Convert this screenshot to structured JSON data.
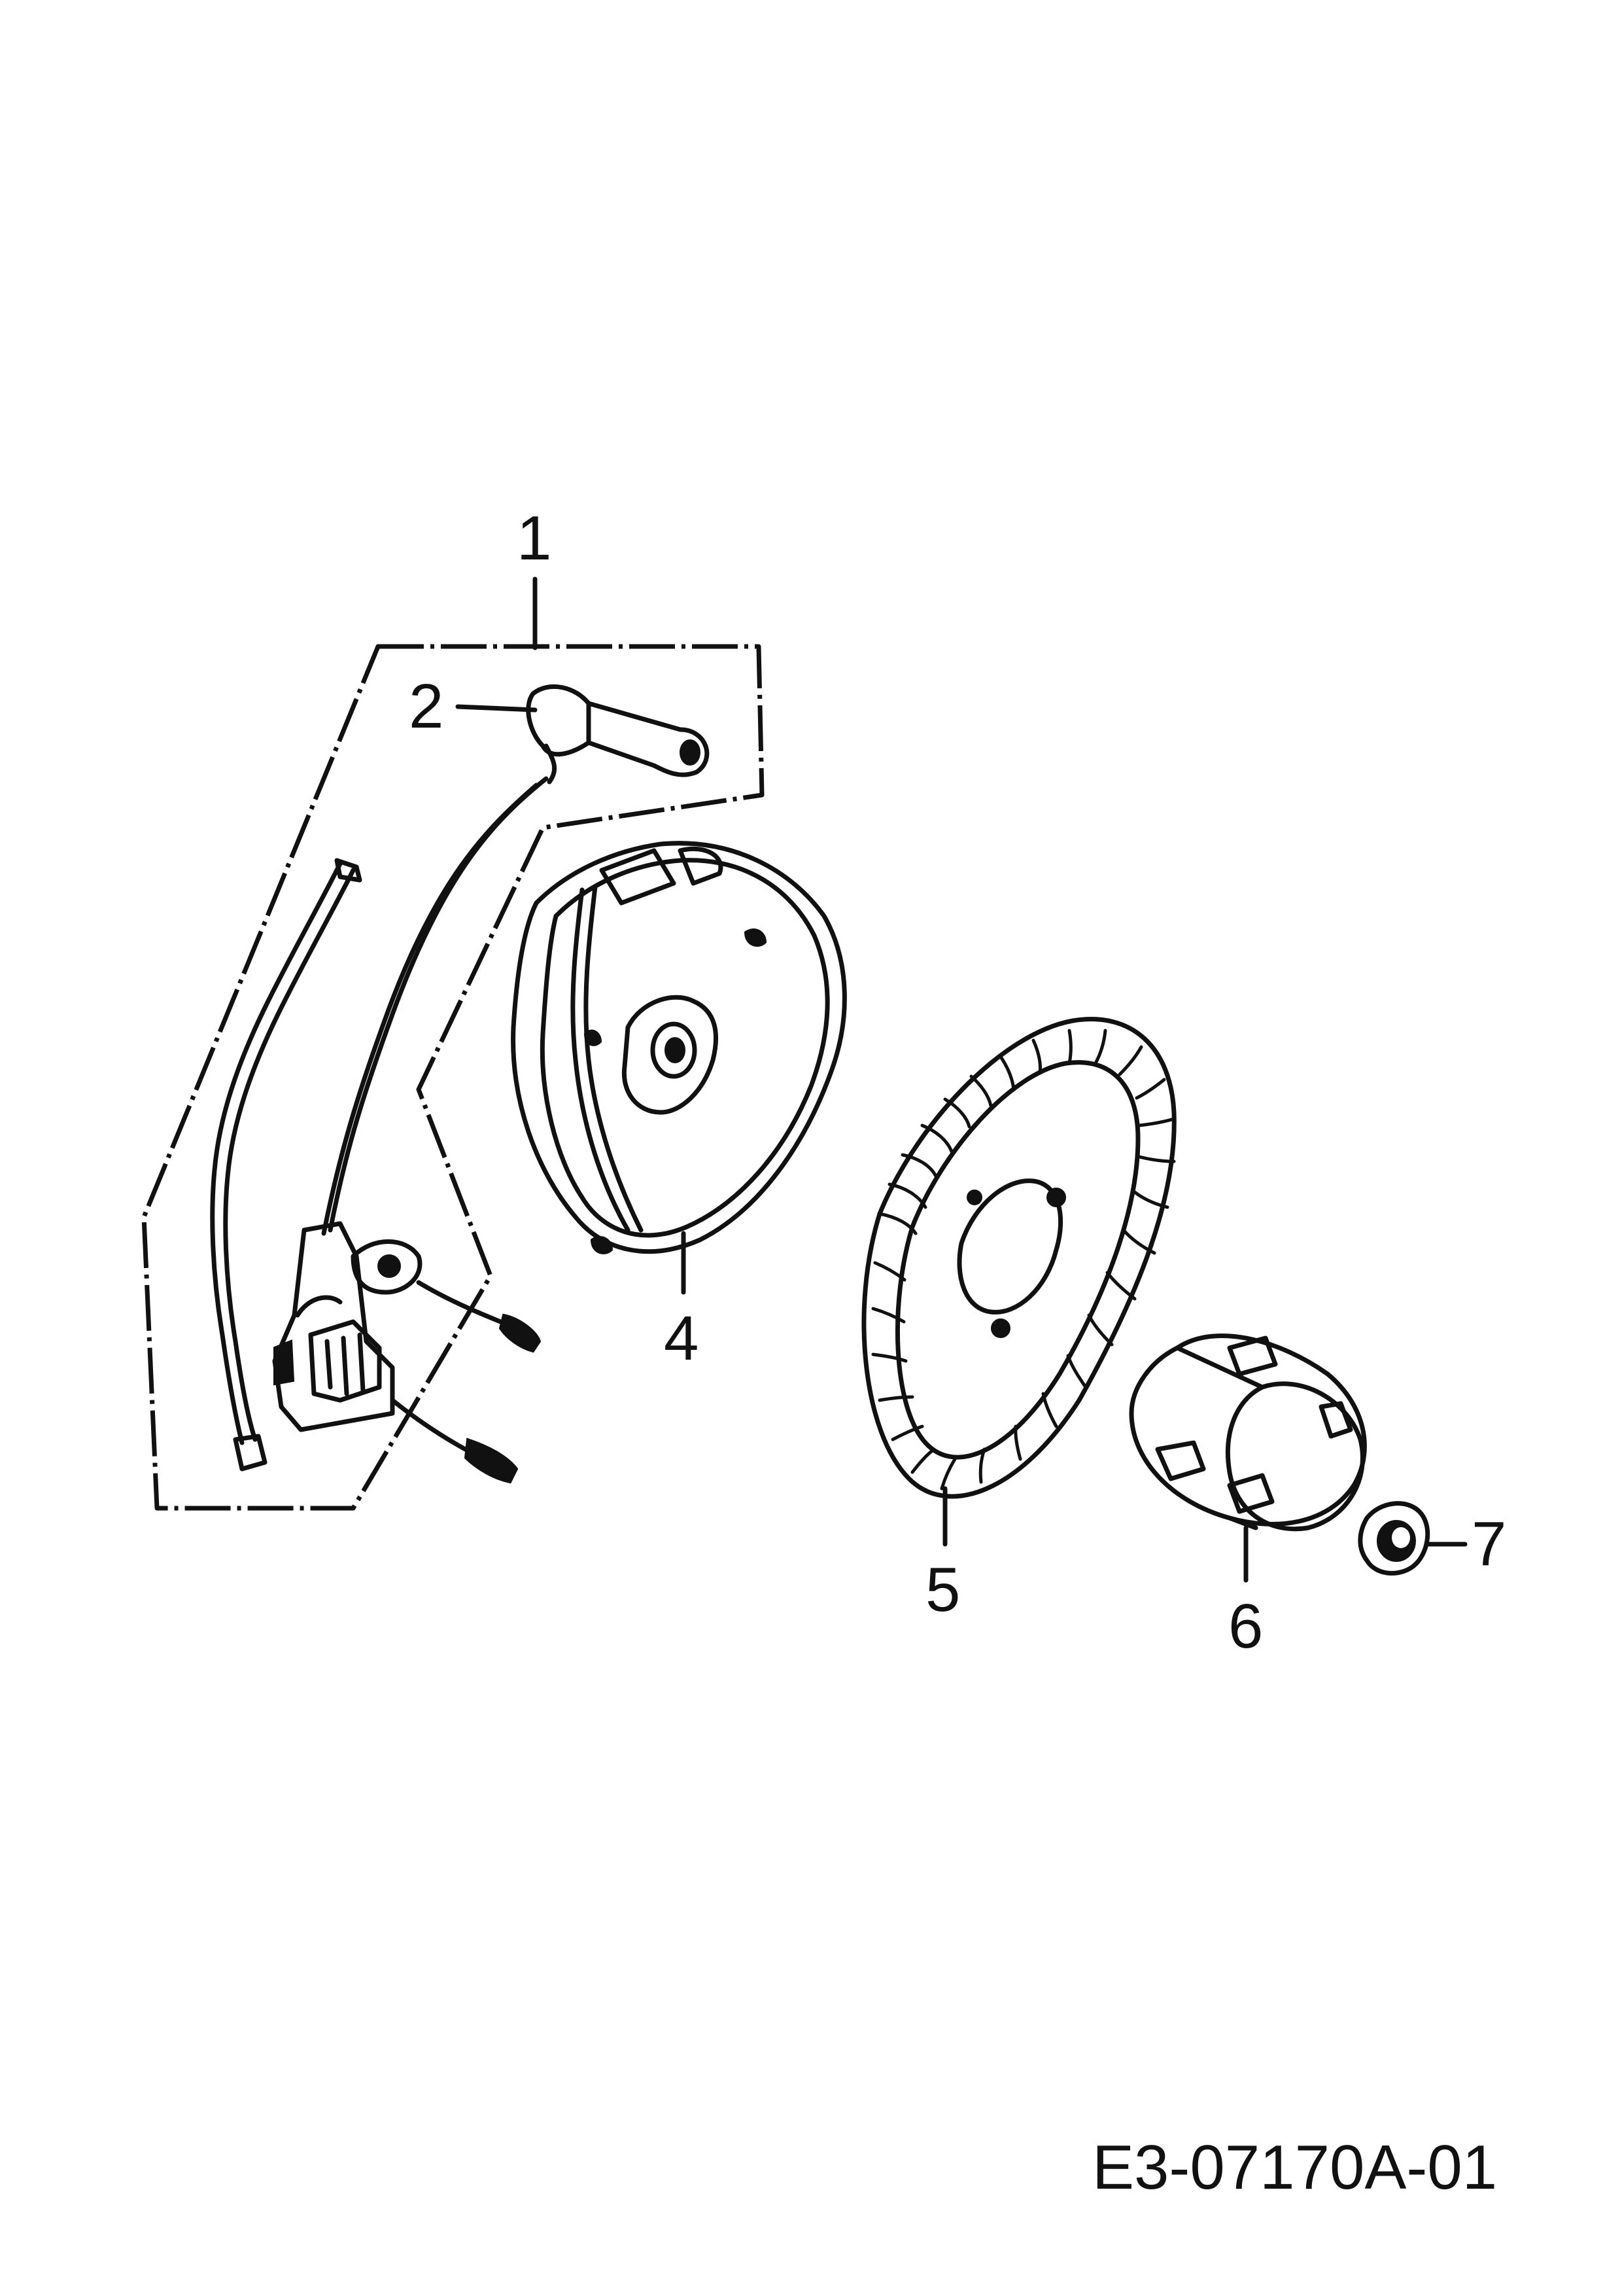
{
  "callouts": {
    "c1": "1",
    "c2": "2",
    "c4": "4",
    "c5": "5",
    "c6": "6",
    "c7": "7"
  },
  "document_id": "E3-07170A-01"
}
